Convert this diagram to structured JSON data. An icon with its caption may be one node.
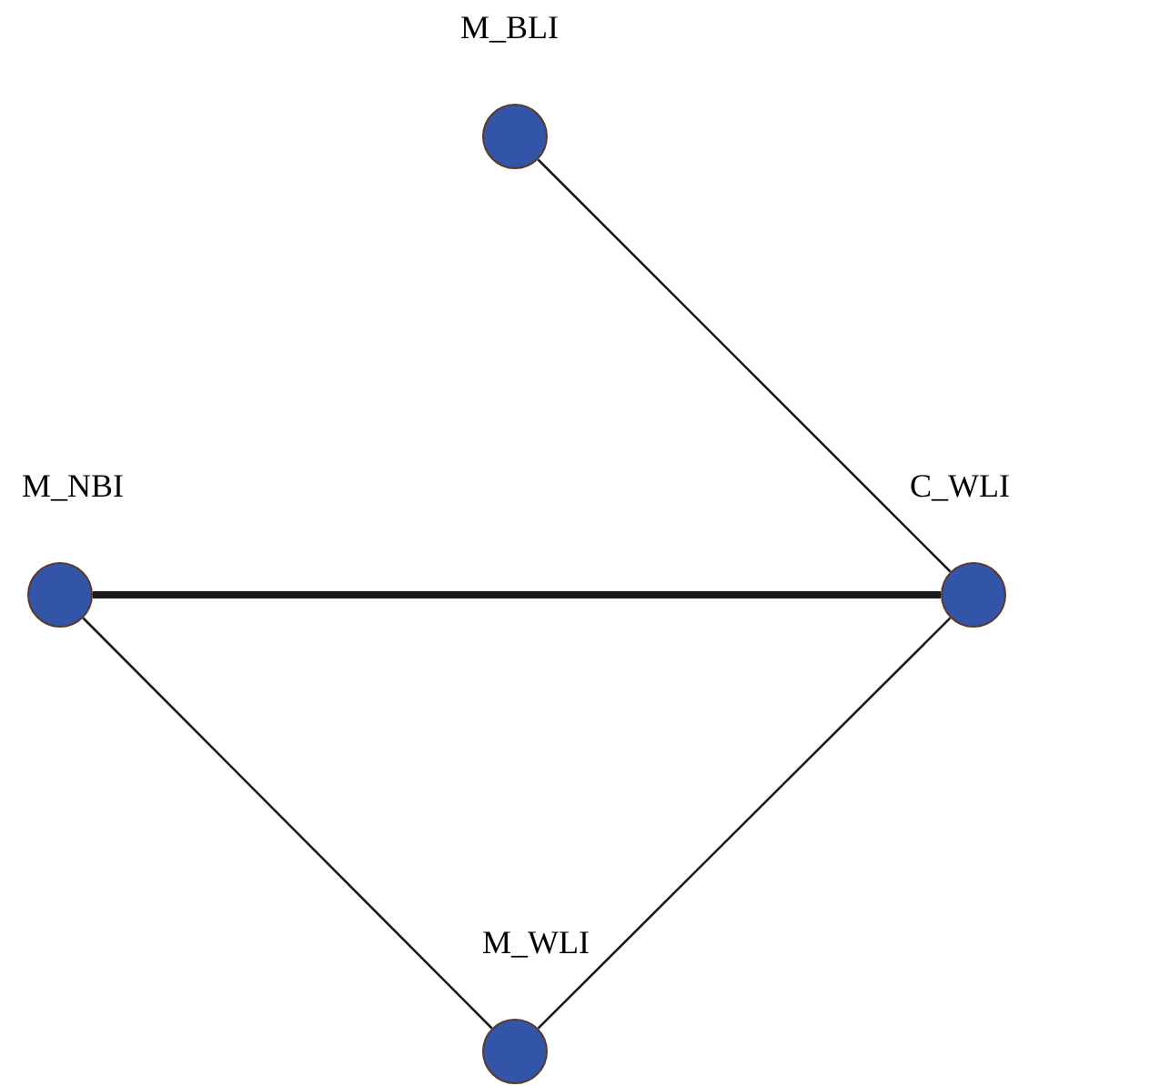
{
  "diagram": {
    "nodes": [
      {
        "text": [
          "M_BLI"
        ]
      },
      {
        "text": [
          "C_WLI"
        ]
      },
      {
        "text": [
          "M_NBI"
        ]
      },
      {
        "text": [
          "M_WLI"
        ]
      }
    ],
    "edges": [
      {
        "from": 0,
        "to": 1,
        "arrow": "none"
      },
      {
        "from": 2,
        "to": 1,
        "arrow": "none",
        "style": "thick"
      },
      {
        "from": 2,
        "to": 3,
        "arrow": "none"
      },
      {
        "from": 1,
        "to": 3,
        "arrow": "none"
      }
    ]
  }
}
